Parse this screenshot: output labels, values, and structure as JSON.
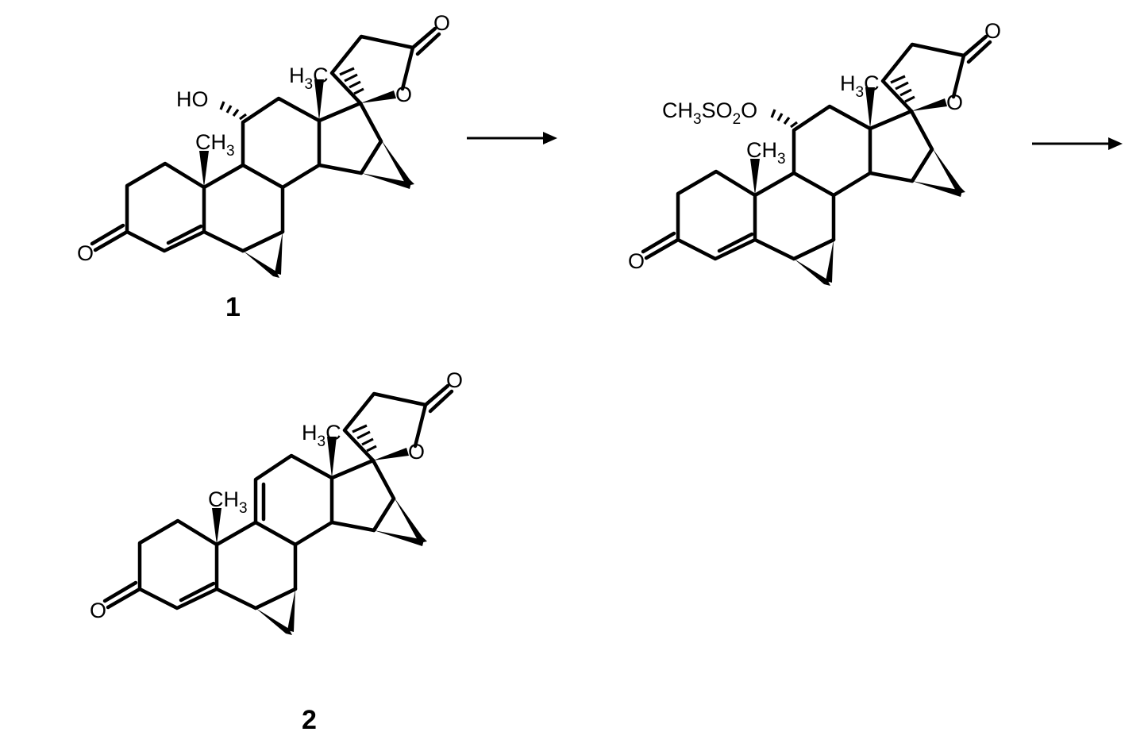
{
  "scheme": {
    "compound_1": {
      "label": "1",
      "hydroxyl": "HO",
      "methyl_c": "CH",
      "methyl_sub": "3",
      "h3c_h": "H",
      "h3c_sub": "3",
      "h3c_c": "C",
      "oxygen_ring": "O",
      "oxygen_lactone": "O",
      "oxygen_ketone": "O"
    },
    "intermediate": {
      "mesylate_ch": "CH",
      "mesylate_sub3": "3",
      "mesylate_so": "SO",
      "mesylate_sub2": "2",
      "mesylate_o": "O",
      "methyl_c": "CH",
      "methyl_sub": "3",
      "h3c_h": "H",
      "h3c_sub": "3",
      "h3c_c": "C",
      "oxygen_ring": "O",
      "oxygen_lactone": "O",
      "oxygen_ketone": "O"
    },
    "compound_2": {
      "label": "2",
      "methyl_c": "CH",
      "methyl_sub": "3",
      "h3c_h": "H",
      "h3c_sub": "3",
      "h3c_c": "C",
      "oxygen_ring": "O",
      "oxygen_lactone": "O",
      "oxygen_ketone": "O"
    },
    "arrows": 2
  }
}
